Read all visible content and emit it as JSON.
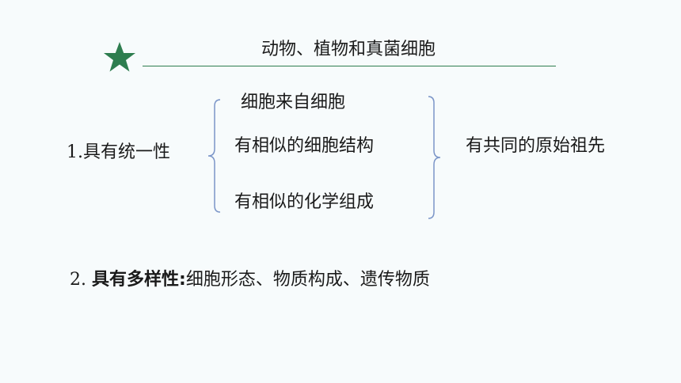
{
  "title": "动物、植物和真菌细胞",
  "colors": {
    "accent_green": "#2e7d4f",
    "brace_blue": "#7b95c8"
  },
  "icons": {
    "bullet": "star-icon"
  },
  "point1": {
    "number": "1.",
    "label": "具有统一性",
    "items": [
      "细胞来自细胞",
      "有相似的细胞结构",
      "有相似的化学组成"
    ],
    "conclusion": "有共同的原始祖先"
  },
  "point2": {
    "number": "2.",
    "label": "具有多样性:",
    "details": "细胞形态、物质构成、遗传物质"
  }
}
